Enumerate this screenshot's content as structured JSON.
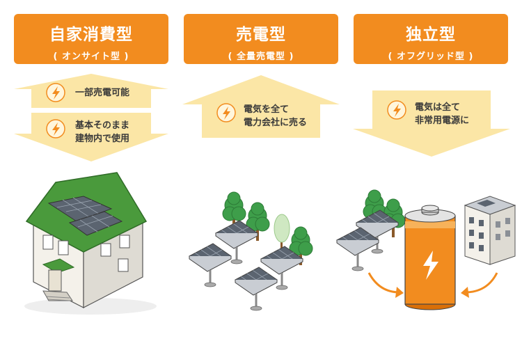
{
  "columns": [
    {
      "title": "自家消費型",
      "subtitle": "( オンサイト型 )",
      "arrow_up_text": "一部売電可能",
      "arrow_down_text_line1": "基本そのまま",
      "arrow_down_text_line2": "建物内で使用",
      "icon": "lightning-icon"
    },
    {
      "title": "売電型",
      "subtitle": "( 全量売電型 )",
      "arrow_text_line1": "電気を全て",
      "arrow_text_line2": "電力会社に売る",
      "icon": "lightning-icon"
    },
    {
      "title": "独立型",
      "subtitle": "( オフグリッド型 )",
      "arrow_text_line1": "電気は全て",
      "arrow_text_line2": "非常用電源に",
      "icon": "lightning-icon"
    }
  ],
  "colors": {
    "header_orange": "#f28c1f",
    "arrow_yellow": "#fbe6a6",
    "panel_green": "#4a9a3c",
    "tree_green": "#3e9e4a",
    "battery_orange": "#f28c1f"
  }
}
